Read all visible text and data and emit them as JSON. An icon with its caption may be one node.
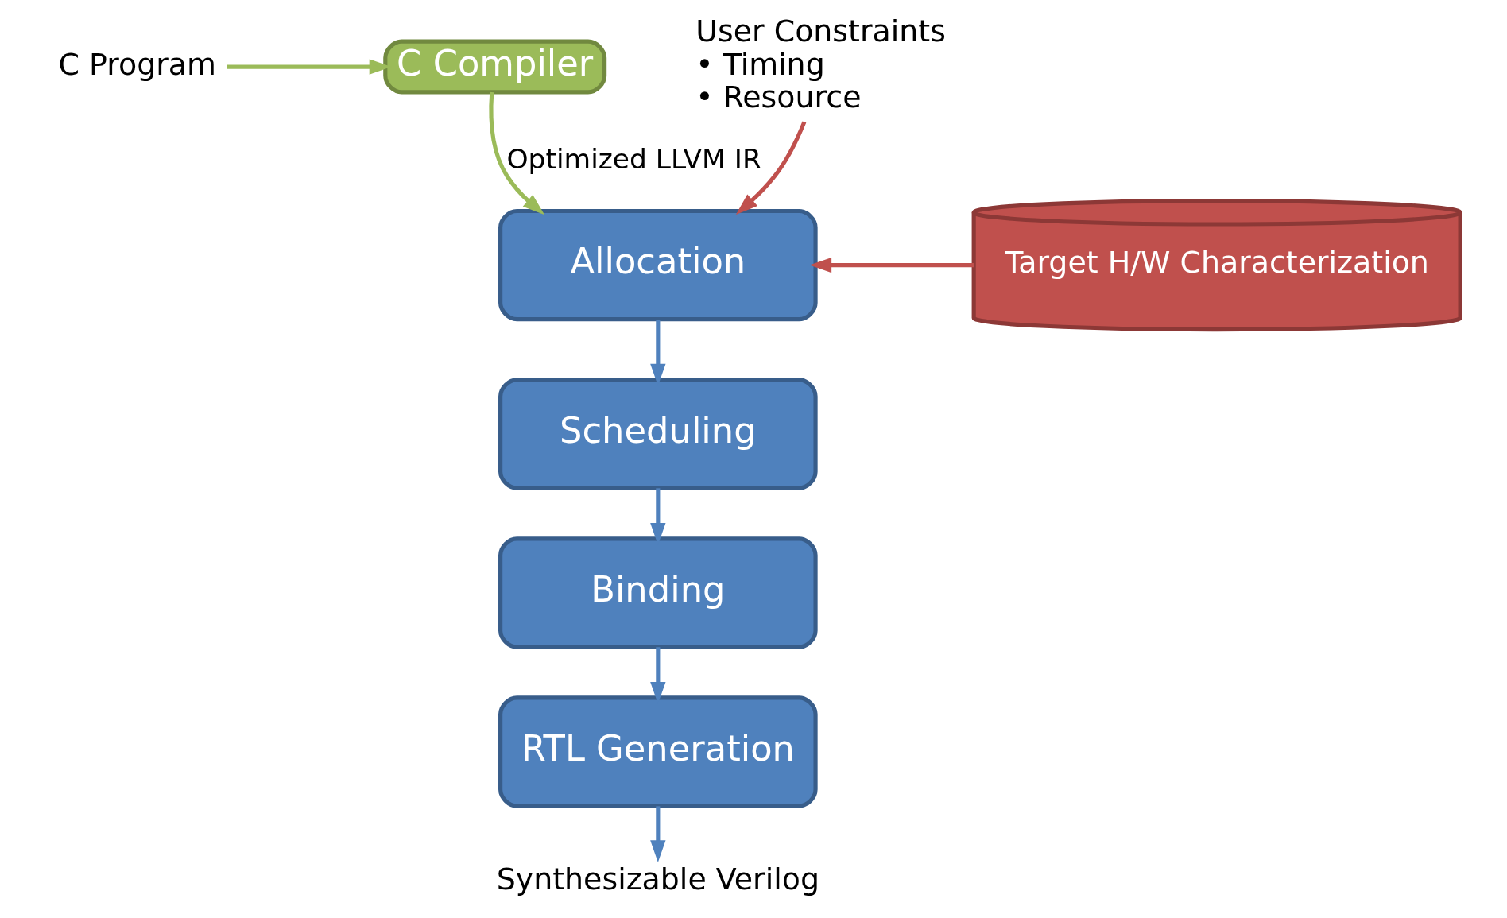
{
  "diagram": {
    "nodes": [
      {
        "text": [
          "C Program"
        ]
      },
      {
        "text": [
          "C Compiler"
        ]
      },
      {
        "text": [
          "Allocation"
        ]
      },
      {
        "text": [
          "Scheduling"
        ]
      },
      {
        "text": [
          "Binding"
        ]
      },
      {
        "text": [
          "RTL Generation"
        ]
      },
      {
        "text": [
          "Target H/W Characterization"
        ]
      },
      {
        "text": [
          "User Constraints",
          "• Timing",
          "• Resource"
        ]
      },
      {
        "text": [
          "Synthesizable Verilog"
        ]
      }
    ],
    "edges": [
      {
        "from": 0,
        "to": 1,
        "arrow": "to",
        "color": "#9bbb59"
      },
      {
        "from": 1,
        "to": 2,
        "arrow": "to",
        "label": "Optimized LLVM IR",
        "color": "#9bbb59"
      },
      {
        "from": 2,
        "to": 3,
        "arrow": "to"
      },
      {
        "from": 3,
        "to": 4,
        "arrow": "to"
      },
      {
        "from": 4,
        "to": 5,
        "arrow": "to"
      },
      {
        "from": 6,
        "to": 2,
        "arrow": "to",
        "color": "#c0504d"
      },
      {
        "from": 7,
        "to": 2,
        "arrow": "to",
        "color": "#c0504d"
      },
      {
        "from": 5,
        "to": 8,
        "arrow": "to"
      }
    ]
  }
}
